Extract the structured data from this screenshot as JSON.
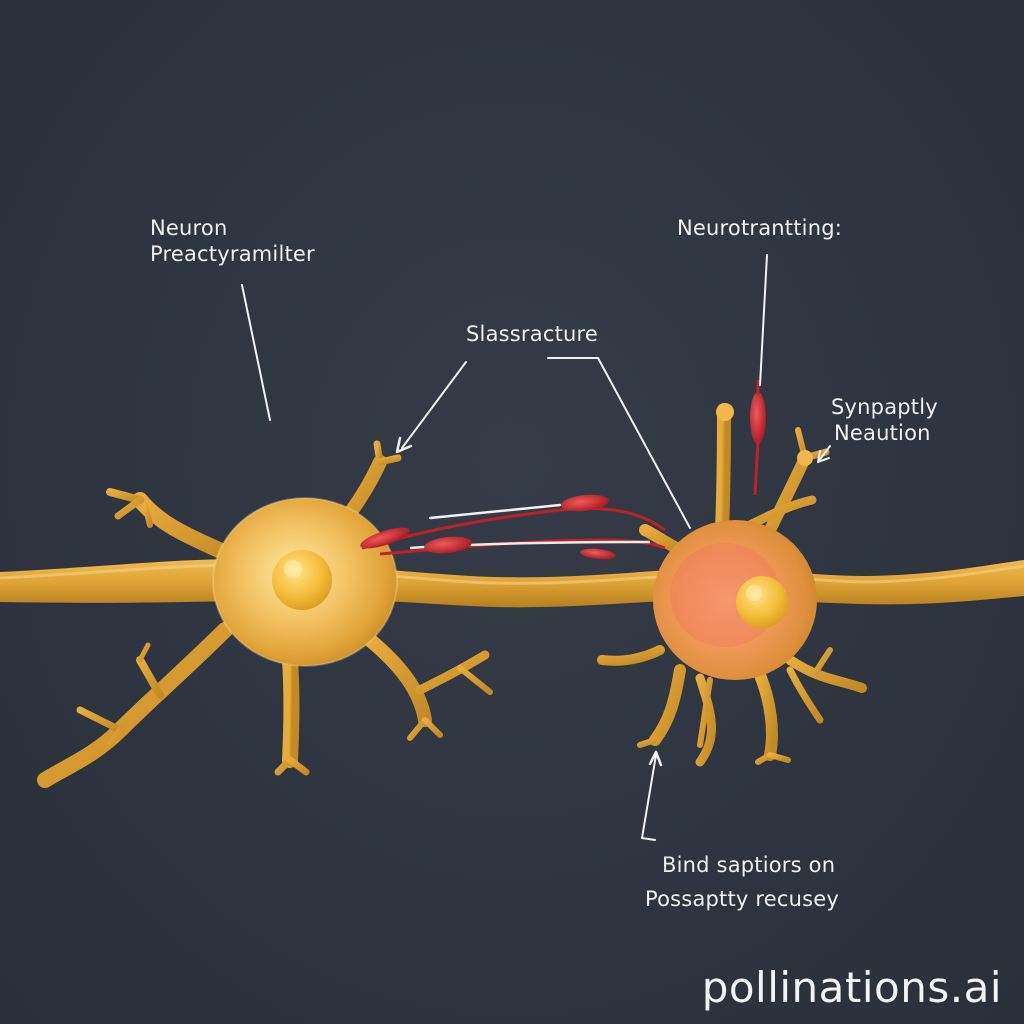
{
  "labels": {
    "neuron_presynaptic": [
      "Neuron",
      "Preactyramilter"
    ],
    "neurotransmitter": "Neurotrantting:",
    "slassracture": "Slassracture",
    "synaptic_neuron": [
      "Synpaptly",
      "Neaution"
    ],
    "bind_receptors": [
      "Bind saptiors on",
      "Possaptty recusey"
    ]
  },
  "watermark": "pollinations.ai",
  "colors": {
    "background": "#2e3540",
    "neuron_body": "#e3a63a",
    "neuron_dark": "#b9801e",
    "nucleus": "#f4be3b",
    "vesicle_red": "#c0202a",
    "label_text": "#f2f2f2"
  }
}
